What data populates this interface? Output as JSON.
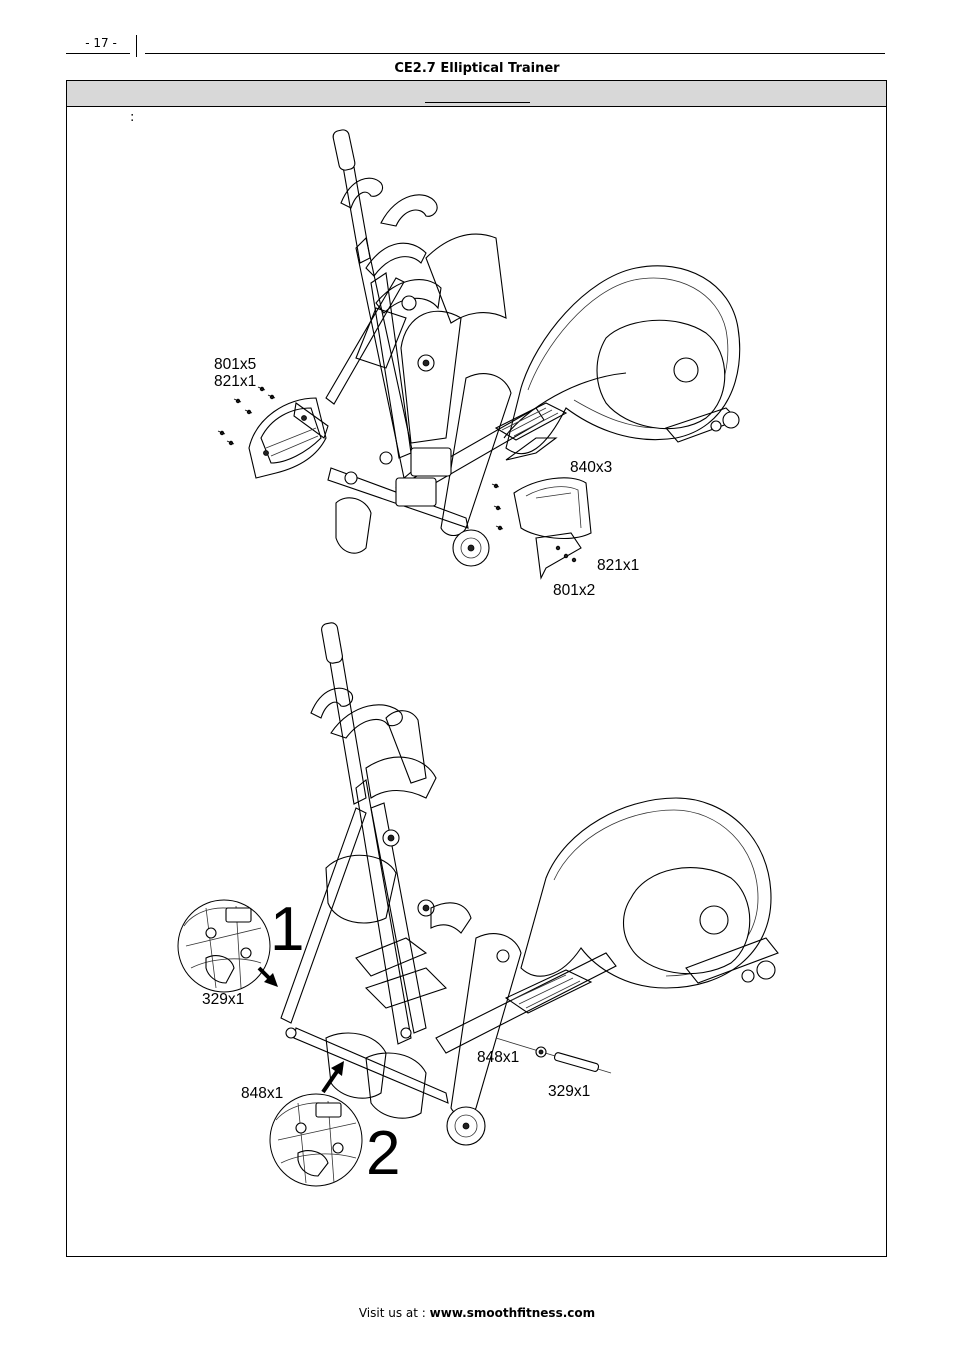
{
  "header": {
    "page_number": "- 17 -",
    "title": "CE2.7 Elliptical Trainer"
  },
  "section": {
    "colon": ":"
  },
  "figure_top": {
    "labels": {
      "screws_left": "801x5",
      "washer_left": "821x1",
      "screws_right": "840x3",
      "washer_right": "821x1",
      "screws_bottom": "801x2"
    }
  },
  "figure_bottom": {
    "step_one": "1",
    "step_two": "2",
    "labels": {
      "pin_left": "329x1",
      "washer_left": "848x1",
      "washer_right": "848x1",
      "pin_right": "329x1"
    }
  },
  "footer": {
    "prefix": "Visit us at : ",
    "url": "www.smoothfitness.com"
  }
}
